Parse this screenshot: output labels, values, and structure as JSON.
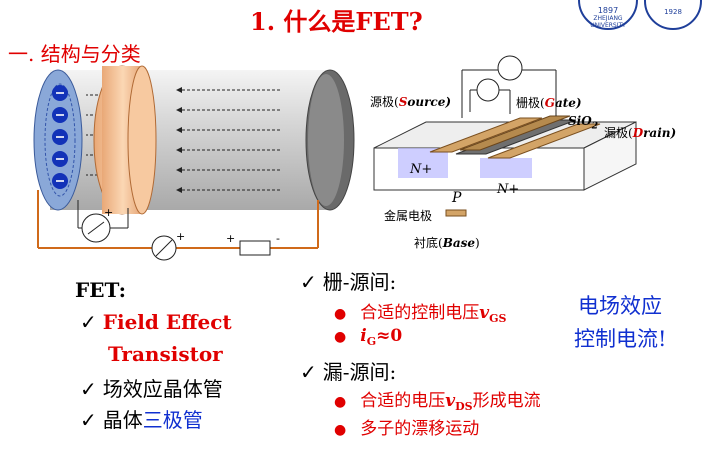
{
  "title": "1. 什么是FET?",
  "section1": "一. 结构与分类",
  "logos": {
    "logo1_year": "1897",
    "logo1_text": "ZHEJIANG UNIVERSITY",
    "logo2_year": "1928"
  },
  "diagram": {
    "source_label": "源极(",
    "source_s": "S",
    "source_rest": "ource)",
    "gate_label": "栅极(",
    "gate_g": "G",
    "gate_rest": "ate)",
    "sio2": "SiO",
    "sio2_sub": "2",
    "drain_label": "漏极(",
    "drain_d": "D",
    "drain_rest": "rain)",
    "n_plus_left": "N+",
    "n_plus_right": "N+",
    "p": "P",
    "metal_label": "金属电极",
    "base_label": "衬底(",
    "base_b": "Base",
    "base_rest": ")",
    "plus_sign": "+",
    "minus_sign": "-"
  },
  "left_list": {
    "heading": "FET:",
    "items": [
      {
        "text": "Field Effect"
      },
      {
        "text": "Transistor"
      },
      {
        "text": "场效应晶体管"
      },
      {
        "text_a": "晶体",
        "text_b": "三极管"
      }
    ]
  },
  "right_list": {
    "gs_heading": "栅-源间:",
    "gs_items": [
      {
        "text": "合适的控制电压",
        "var": "v",
        "sub": "GS"
      },
      {
        "var": "i",
        "sub": "G",
        "text": "≈0"
      }
    ],
    "ds_heading": "漏-源间:",
    "ds_items": [
      {
        "text_a": "合适的电压",
        "var": "v",
        "sub": "DS",
        "text_b": "形成电流"
      },
      {
        "text": "多子的漂移运动"
      }
    ]
  },
  "note": {
    "line1": "电场效应",
    "line2": "控制电流!"
  },
  "colors": {
    "title_red": "#e00000",
    "note_blue": "#1030d0",
    "cylinder_gray": "#cfcfcf",
    "gate_orange": "#f2c39a",
    "face_blue": "#8aa8d8"
  }
}
